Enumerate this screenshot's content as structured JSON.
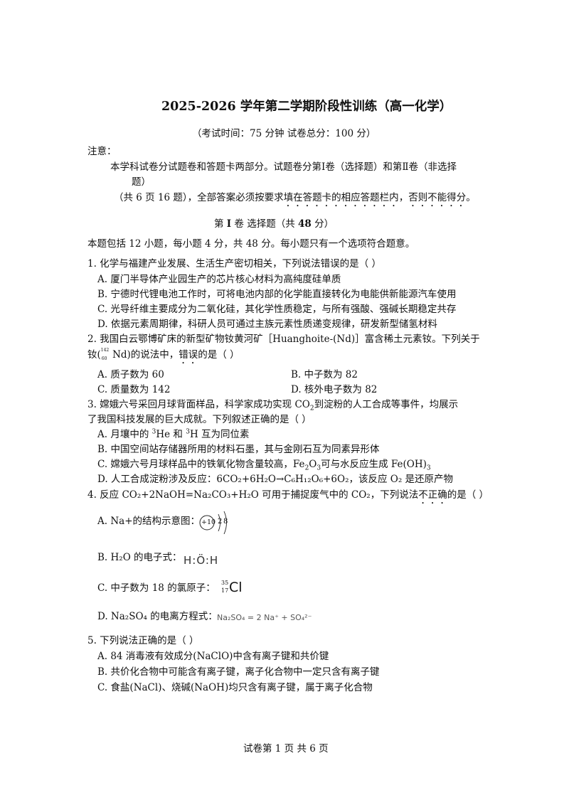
{
  "title": "2025-2026 学年第二学期阶段性训练（高一化学）",
  "exam_info": "（考试时间：75 分钟      试卷总分：100 分）",
  "notice_label": "注意：",
  "notice_line1": "本学科试卷分试题卷和答题卡两部分。试题卷分第Ⅰ卷（选择题）和第Ⅱ卷（非选择",
  "notice_line2": "题）",
  "notice_line3_pre": "（共 6 页  16 题），全部答案必须按要求",
  "notice_line3_em1": "填在答题卡的相应答题栏内",
  "notice_line3_mid": "，",
  "notice_line3_em2": "否则不能得分",
  "notice_line3_post": "。",
  "section_pre": "第 ",
  "section_bold1": "I",
  "section_mid": " 卷  选择题（共 ",
  "section_bold2": "48",
  "section_post": " 分）",
  "instructions": "本题包括 12 小题，每小题 4 分，共 48 分。每小题只有一个选项符合题意。",
  "q1": {
    "stem": "1. 化学与福建产业发展、生活生产密切相关，下列说法错误的是（      ）",
    "A": "A. 厦门半导体产业园生产的芯片核心材料为高纯度硅单质",
    "B": "B. 宁德时代锂电池工作时，可将电池内部的化学能直接转化为电能供新能源汽车使用",
    "C": "C. 光导纤维主要成分为二氧化硅，其化学性质稳定，与所有强酸、强碱长期稳定共存",
    "D": "D. 依据元素周期律，科研人员可通过主族元素性质递变规律，研发新型储氢材料"
  },
  "q2": {
    "stem1": "2. 我国白云鄂博矿床的新型矿物钕黄河矿［Huanghoite-(Nd)］富含稀土元素钕。下列关于",
    "stem2_pre": "钕(",
    "mass": "142",
    "atomic": "60",
    "stem2_post": " Nd)的说法中，",
    "stem2_em": "错误",
    "stem2_end": "的是（      ）",
    "A": "A. 质子数为 60",
    "B": "B. 中子数为 82",
    "C": "C. 质量数为 142",
    "D": "D. 核外电子数为 82"
  },
  "q3": {
    "stem1_pre": "3. 嫦娥六号采回月球背面样品，科学家成功实现  CO",
    "stem1_post": "到淀粉的人工合成等事件，均展示",
    "stem2": "了我国科技发展的巨大成就。下列叙述正确的是（      ）",
    "A_pre": "A. 月壤中的 ",
    "A_he": "He 和 ",
    "A_post": "H 互为同位素",
    "sup3": "3",
    "B": "B. 中国空间站存储器所用的材料石墨，其与金刚石互为同素异形体",
    "C_pre": "C. 嫦娥六号月球样品中的铁氧化物含量较高，Fe",
    "C_mid": "O",
    "C_post": "可与水反应生成  Fe(OH)",
    "D_text": "D. 人工合成淀粉涉及反应：6CO₂+6H₂O→C₆H₁₂O₆+6O₂，该反应  O₂ 是还原产物"
  },
  "q4": {
    "stem_pre": "4. 反应  CO₂+2NaOH=Na₂CO₃+H₂O 可用于捕捉废气中的  CO₂，下列说法",
    "stem_em": "不正确",
    "stem_post": "的是（      ）",
    "A": "A. Na+的结构示意图：",
    "A_nucleus": "+10",
    "A_shell1": "2",
    "A_shell2": "8",
    "B": "B. H₂O 的电子式：",
    "B_formula": "H:Ö:H",
    "C": "C. 中子数为 18 的氯原子：",
    "C_mass": "35",
    "C_atomic": "17",
    "C_symbol": "Cl",
    "D": "D. Na₂SO₄ 的电离方程式：",
    "D_formula": "Na₂SO₄ = 2 Na⁺ + SO₄²⁻"
  },
  "q5": {
    "stem": "5. 下列说法正确的是（      ）",
    "A": "A. 84 消毒液有效成分(NaClO)中含有离子键和共价键",
    "B": "B. 共价化合物中可能含有离子键，离子化合物中一定只含有离子键",
    "C": "C. 食盐(NaCl)、烧碱(NaOH)均只含有离子键，属于离子化合物"
  },
  "footer": "试卷第  1 页  共  6 页"
}
